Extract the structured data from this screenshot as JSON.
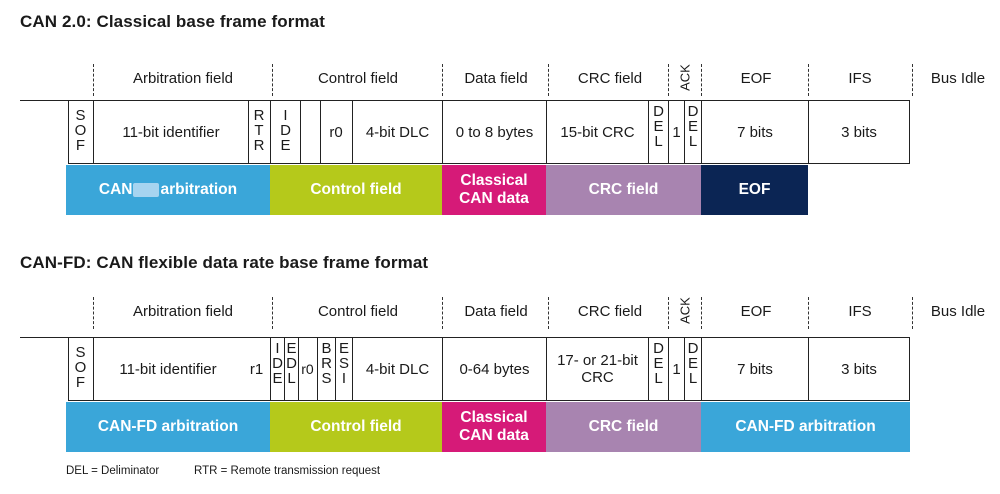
{
  "diagram1": {
    "title": "CAN 2.0: Classical base frame format",
    "headers": {
      "arbitration": "Arbitration field",
      "control": "Control field",
      "data": "Data field",
      "crc": "CRC field",
      "ack": "ACK",
      "eof": "EOF",
      "ifs": "IFS",
      "bus_idle": "Bus Idle"
    },
    "cells": {
      "sof": [
        "S",
        "O",
        "F"
      ],
      "identifier": "11-bit identifier",
      "rtr": [
        "R",
        "T",
        "R"
      ],
      "ide": [
        "I",
        "D",
        "E"
      ],
      "r0": "r0",
      "dlc": "4-bit DLC",
      "data": "0 to 8 bytes",
      "crc": "15-bit CRC",
      "crc_del": [
        "D",
        "E",
        "L"
      ],
      "ack_slot": "1",
      "ack_del": [
        "D",
        "E",
        "L"
      ],
      "eof": "7 bits",
      "ifs": "3 bits"
    },
    "bars": {
      "arbitration_pre": "CAN",
      "arbitration_post": "arbitration",
      "control": "Control field",
      "data": "Classical CAN data",
      "crc": "CRC field",
      "eof": "EOF"
    }
  },
  "diagram2": {
    "title": "CAN-FD: CAN flexible data rate base frame format",
    "headers": {
      "arbitration": "Arbitration field",
      "control": "Control field",
      "data": "Data field",
      "crc": "CRC field",
      "ack": "ACK",
      "eof": "EOF",
      "ifs": "IFS",
      "bus_idle": "Bus Idle"
    },
    "cells": {
      "sof": [
        "S",
        "O",
        "F"
      ],
      "identifier": "11-bit identifier",
      "r1": "r1",
      "ide": [
        "I",
        "D",
        "E"
      ],
      "edl": [
        "E",
        "D",
        "L"
      ],
      "r0": "r0",
      "brs": [
        "B",
        "R",
        "S"
      ],
      "esi": [
        "E",
        "S",
        "I"
      ],
      "dlc": "4-bit DLC",
      "data": "0-64 bytes",
      "crc": "17- or 21-bit CRC",
      "crc_del": [
        "D",
        "E",
        "L"
      ],
      "ack_slot": "1",
      "ack_del": [
        "D",
        "E",
        "L"
      ],
      "eof": "7 bits",
      "ifs": "3 bits"
    },
    "bars": {
      "arbitration": "CAN-FD arbitration",
      "control": "Control field",
      "data": "Classical CAN data",
      "crc": "CRC field",
      "arbitration_end": "CAN-FD arbitration"
    }
  },
  "footnote": {
    "del": "DEL = Deliminator",
    "rtr": "RTR = Remote transmission request"
  },
  "colors": {
    "arbitration": "#3aa6d9",
    "control": "#b5c91b",
    "data": "#d61a78",
    "crc": "#a884b0",
    "eof": "#0b2554"
  }
}
